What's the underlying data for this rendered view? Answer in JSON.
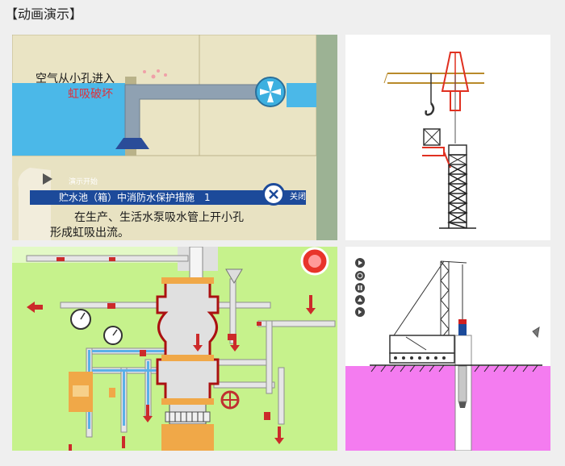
{
  "section_title": "【动画演示】",
  "panel1": {
    "caption_air": "空气从小孔进入",
    "caption_break": "虹吸破坏",
    "start_label": "演示开始",
    "bar_title": "贮水池（箱）中消防水保护措施　1",
    "close_label": "关闭",
    "subtitle_line1": "在生产、生活水泵吸水管上开小孔",
    "subtitle_line2": "形成虹吸出流。"
  },
  "colors": {
    "water": "#4bb8e8",
    "pipe": "#8fa1b2",
    "crane_red": "#e03020",
    "valve_red": "#cc2a2a",
    "bar_blue": "#1c4a9a",
    "ground_pink": "#f47cf0",
    "field_green": "#c6f28c"
  }
}
